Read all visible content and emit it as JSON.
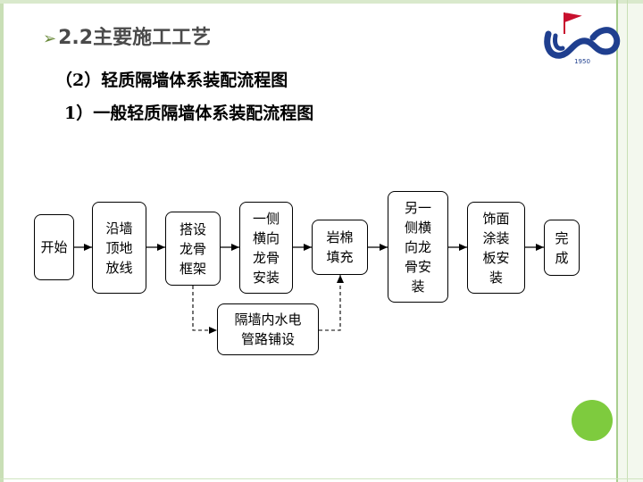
{
  "header": {
    "section_title": "2.2主要施工工艺",
    "subtitle_1": "（2）轻质隔墙体系装配流程图",
    "subtitle_2": "1）一般轻质隔墙体系装配流程图"
  },
  "logo": {
    "year": "1950",
    "icon": "company-logo"
  },
  "colors": {
    "frame": "#a9cf8f",
    "accent_circle": "#7ecb3e",
    "title": "#4a4a4a"
  },
  "flowchart": {
    "nodes": [
      {
        "id": "start",
        "label": "开始"
      },
      {
        "id": "layout",
        "label": "沿墙顶地放线"
      },
      {
        "id": "keel_frame",
        "label": "搭设龙骨框架"
      },
      {
        "id": "one_side_keel",
        "label": "一侧横向龙骨安装"
      },
      {
        "id": "rock_wool",
        "label": "岩棉填充"
      },
      {
        "id": "other_side_keel",
        "label": "另一侧横向龙骨安装"
      },
      {
        "id": "finish_board",
        "label": "饰面涂装板安装"
      },
      {
        "id": "done",
        "label": "完成"
      },
      {
        "id": "piping",
        "label": "隔墙内水电管路铺设"
      }
    ]
  }
}
